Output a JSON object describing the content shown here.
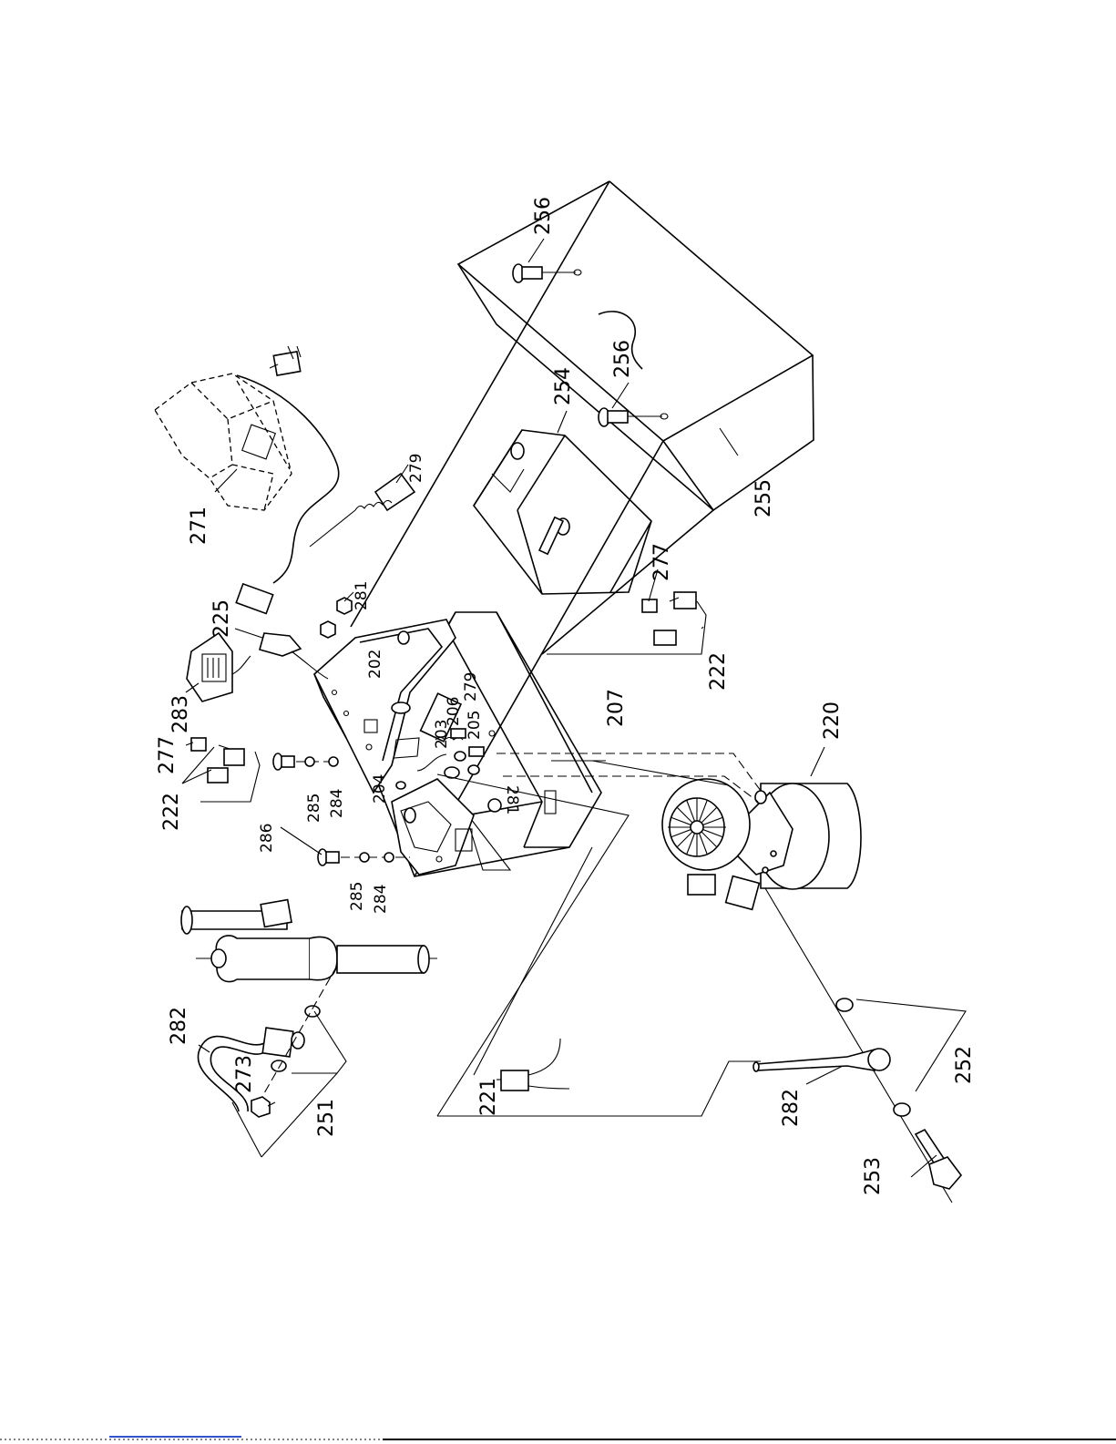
{
  "diagram": {
    "labels": [
      {
        "id": "p256a",
        "text": "256"
      },
      {
        "id": "p256b",
        "text": "256"
      },
      {
        "id": "p254",
        "text": "254"
      },
      {
        "id": "p255",
        "text": "255"
      },
      {
        "id": "p271",
        "text": "271"
      },
      {
        "id": "p279a",
        "text": "279"
      },
      {
        "id": "p281a",
        "text": "281"
      },
      {
        "id": "p225",
        "text": "225"
      },
      {
        "id": "p283",
        "text": "283"
      },
      {
        "id": "p277a",
        "text": "277"
      },
      {
        "id": "p222a",
        "text": "222"
      },
      {
        "id": "p202",
        "text": "202"
      },
      {
        "id": "p279b",
        "text": "279"
      },
      {
        "id": "p206",
        "text": "206"
      },
      {
        "id": "p205",
        "text": "205"
      },
      {
        "id": "p203",
        "text": "203"
      },
      {
        "id": "p204",
        "text": "204"
      },
      {
        "id": "p281b",
        "text": "281"
      },
      {
        "id": "p207",
        "text": "207"
      },
      {
        "id": "p277b",
        "text": "277"
      },
      {
        "id": "p222b",
        "text": "222"
      },
      {
        "id": "p220",
        "text": "220"
      },
      {
        "id": "p286",
        "text": "286"
      },
      {
        "id": "p285a",
        "text": "285"
      },
      {
        "id": "p284a",
        "text": "284"
      },
      {
        "id": "p285b",
        "text": "285"
      },
      {
        "id": "p284b",
        "text": "284"
      },
      {
        "id": "p282a",
        "text": "282"
      },
      {
        "id": "p273",
        "text": "273"
      },
      {
        "id": "p251",
        "text": "251"
      },
      {
        "id": "p221",
        "text": "221"
      },
      {
        "id": "p282b",
        "text": "282"
      },
      {
        "id": "p252",
        "text": "252"
      },
      {
        "id": "p253",
        "text": "253"
      }
    ]
  }
}
